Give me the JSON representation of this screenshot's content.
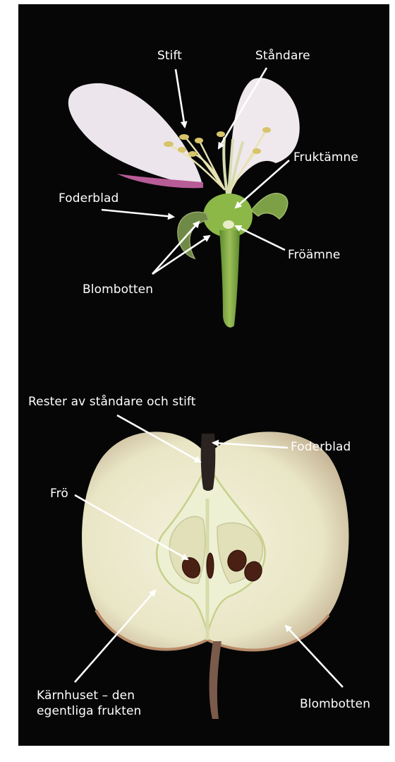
{
  "flower": {
    "labels": {
      "stift": "Stift",
      "standare": "Ståndare",
      "fruktamne": "Fruktämne",
      "foderblad": "Foderblad",
      "froamne": "Fröämne",
      "blombotten": "Blombotten"
    }
  },
  "apple": {
    "labels": {
      "rester": "Rester av ståndare och stift",
      "foderblad": "Foderblad",
      "fro": "Frö",
      "karnhuset_line1": "Kärnhuset – den",
      "karnhuset_line2": "egentliga frukten",
      "blombotten": "Blombotten"
    }
  },
  "colors": {
    "background": "#060606",
    "label_text": "#ffffff",
    "arrow": "#ffffff",
    "petal": "#ece6ec",
    "petal_pink": "#b85c97",
    "stem": "#78a23c",
    "apple_flesh": "#ece8cc",
    "apple_core": "#b7c77a",
    "seed": "#4a1f14"
  }
}
